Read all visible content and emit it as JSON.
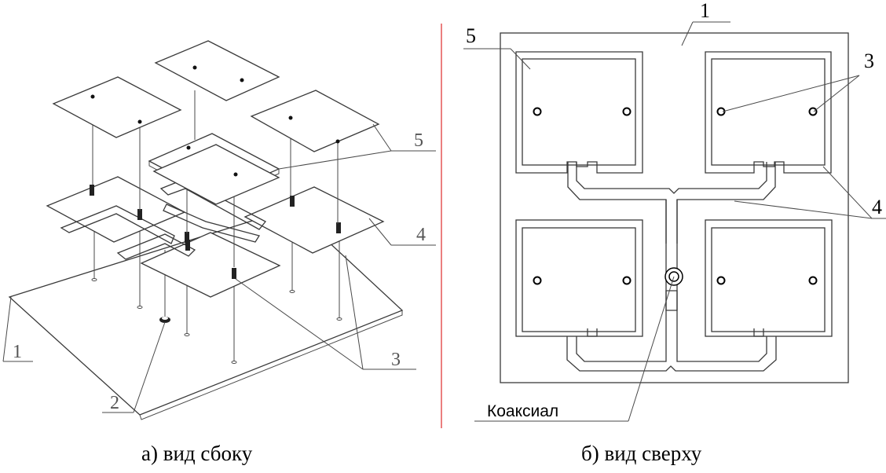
{
  "left_view": {
    "caption": "а) вид сбоку",
    "labels": {
      "ground": "1",
      "feed": "2",
      "pins": "3",
      "feed_network": "4",
      "patches": "5"
    }
  },
  "right_view": {
    "caption": "б) вид сверху",
    "labels": {
      "ground": "1",
      "pins": "3",
      "feed_network": "4",
      "patches": "5",
      "coax": "Коаксиал"
    }
  },
  "colors": {
    "divider": "#e03a3a",
    "line": "#3a3a3a",
    "label_gray": "#555555"
  }
}
